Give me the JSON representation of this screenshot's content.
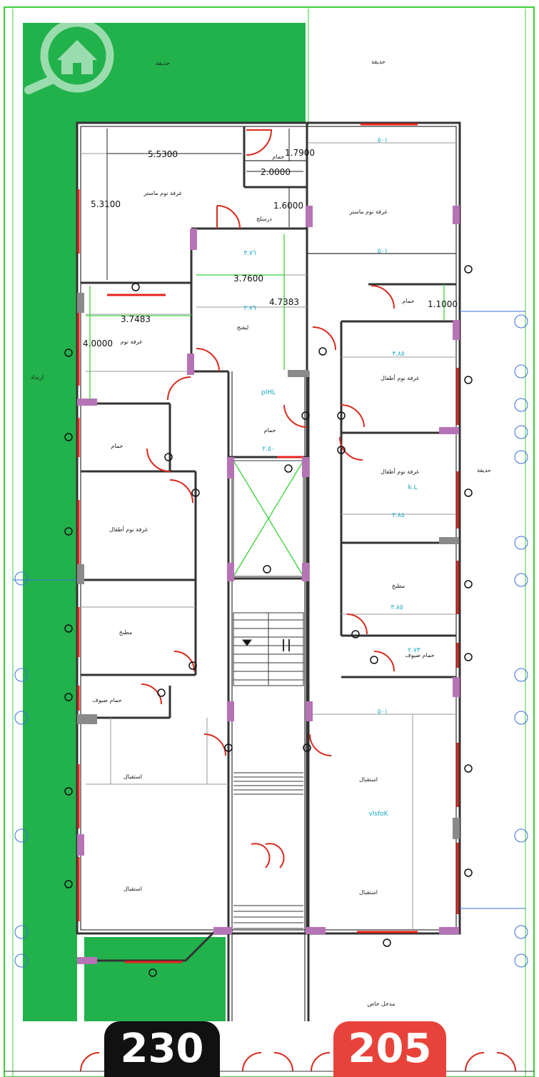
{
  "plan": {
    "labels": {
      "garden_top_left": "حديقة",
      "garden_top_right": "حديقة",
      "garden_right": "حديقة",
      "master_bedroom": "غرفة نوم ماستر",
      "bathroom": "حمام",
      "stairs_small": "درسلج",
      "bedroom": "غرفة نوم",
      "lobby": "ليفنج",
      "kids_bedroom": "غرفة نوم أطفال",
      "kitchen": "مطبخ",
      "guest_bath": "حمام ضيوف",
      "reception": "استقبال",
      "private_entrance": "مدخل خاص",
      "side_left": "ارتداد"
    },
    "dimensions": {
      "d1": "5.5300",
      "d2": "1.7900",
      "d3": "2.0000",
      "d4": "5.3100",
      "d5": "1.6000",
      "d6": "3.7600",
      "d7": "4.7383",
      "d8": "3.7483",
      "d9": "4.0000",
      "d10": "1.1000"
    },
    "cyan_labels": [
      "٥٠١",
      "٥٠١",
      "٣.٧٦",
      "٣.٧٦",
      "٣.٨٥",
      "٢.٥٠",
      "pIHL",
      "k.L",
      "٣.٨٥",
      "٢.٧٣",
      "٣.٨٥",
      "vlsfoK",
      "٥٠١"
    ]
  },
  "badges": {
    "left": "230",
    "right": "205"
  },
  "colors": {
    "garden": "#22b24c",
    "wall": "#333333",
    "window": "#e8231c",
    "column": "#b673b6",
    "dimension_line": "#39d039",
    "annotation": "#18a8c8"
  }
}
